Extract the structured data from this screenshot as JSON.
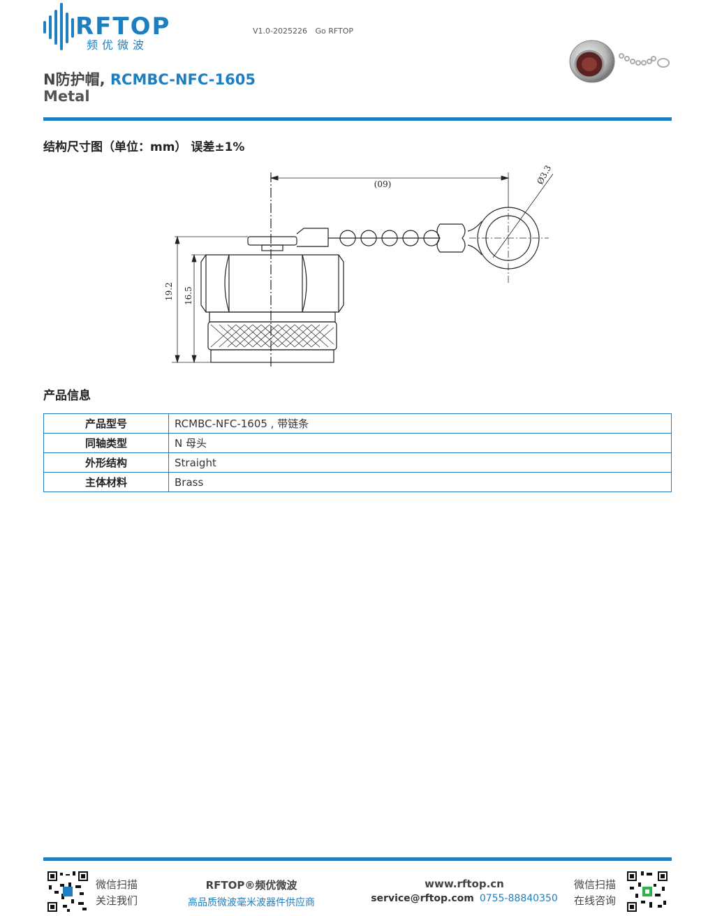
{
  "header": {
    "logo_text": "RFTOP",
    "logo_sub": "频优微波",
    "version": "V1.0-2025226",
    "version_brand": "Go RFTOP",
    "title_prefix": "N防护帽, ",
    "title_model": "RCMBC-NFC-1605",
    "subtitle": "Metal"
  },
  "drawing_section": {
    "heading": "结构尺寸图（单位：mm） 误差±1%",
    "dims": {
      "length": "(09)",
      "ring_dia": "Ø3.3",
      "height_total": "19.2",
      "height_body": "16.5"
    }
  },
  "info_section": {
    "heading": "产品信息",
    "rows": [
      {
        "key": "产品型号",
        "value": "RCMBC-NFC-1605 , 带链条"
      },
      {
        "key": "同轴类型",
        "value": "N 母头"
      },
      {
        "key": "外形结构",
        "value": "Straight"
      },
      {
        "key": "主体材料",
        "value": "Brass"
      }
    ]
  },
  "footer": {
    "wechat_left_1": "微信扫描",
    "wechat_left_2": "关注我们",
    "brand": "RFTOP®频优微波",
    "tagline": "高品质微波毫米波器件供应商",
    "website": "www.rftop.cn",
    "email": "service@rftop.com",
    "phone": "0755-88840350",
    "wechat_right_1": "微信扫描",
    "wechat_right_2": "在线咨询"
  },
  "colors": {
    "accent": "#1d7fc0"
  }
}
